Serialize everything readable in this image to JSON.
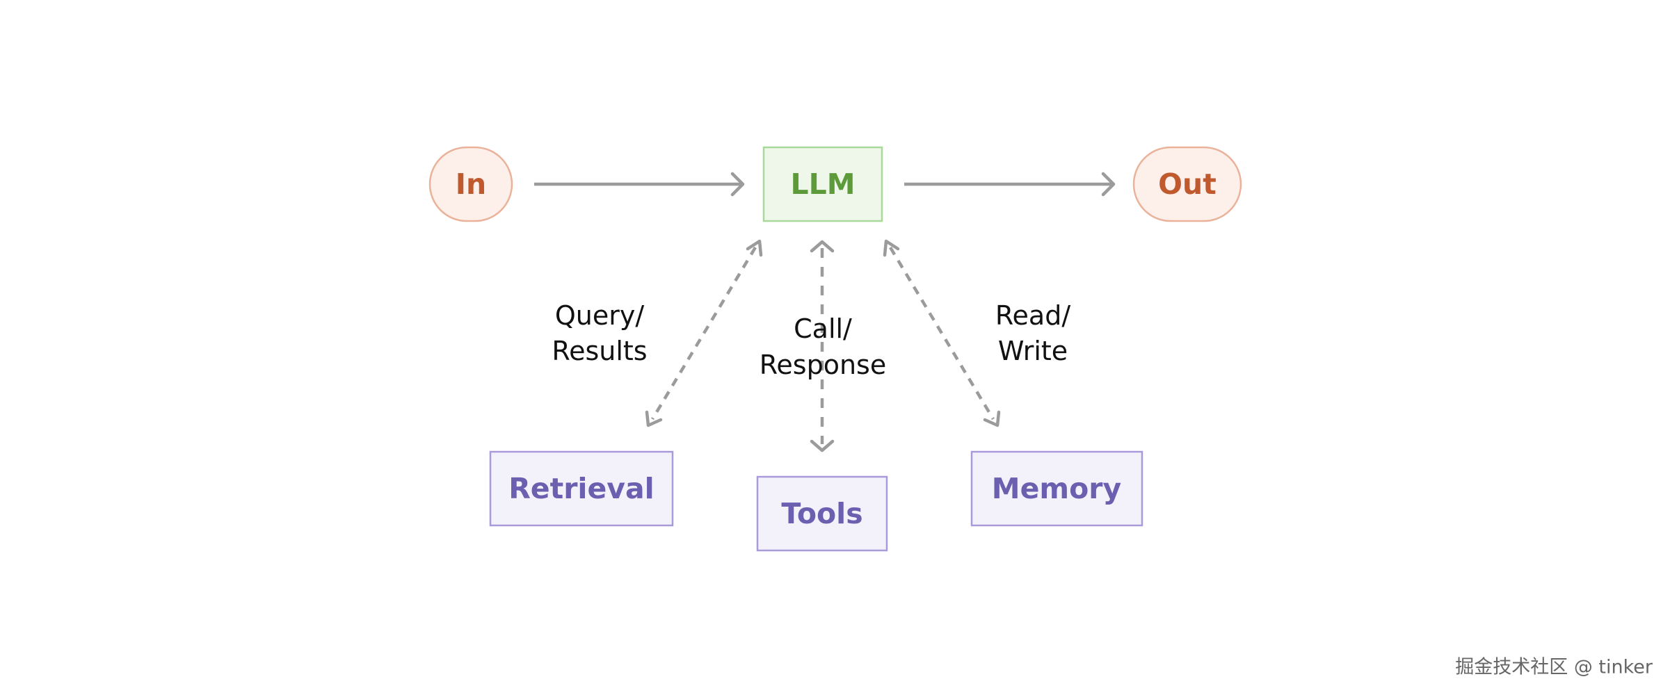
{
  "colors": {
    "io_fill": "#fdf0eb",
    "io_stroke": "#ebb29a",
    "io_text": "#c05a2e",
    "llm_fill": "#eff7ea",
    "llm_stroke": "#a8d99a",
    "llm_text": "#5d9a3a",
    "module_fill": "#f3f1fa",
    "module_stroke": "#a99ad9",
    "module_text": "#6b5fb0",
    "arrow": "#9b9b9b",
    "label": "#111111",
    "watermark": "#666666"
  },
  "nodes": {
    "input": "In",
    "llm": "LLM",
    "output": "Out",
    "retrieval": "Retrieval",
    "tools": "Tools",
    "memory": "Memory"
  },
  "labels": {
    "retrieval": [
      "Query/",
      "Results"
    ],
    "tools": [
      "Call/",
      "Response"
    ],
    "memory": [
      "Read/",
      "Write"
    ]
  },
  "watermark": "掘金技术社区 @ tinker"
}
